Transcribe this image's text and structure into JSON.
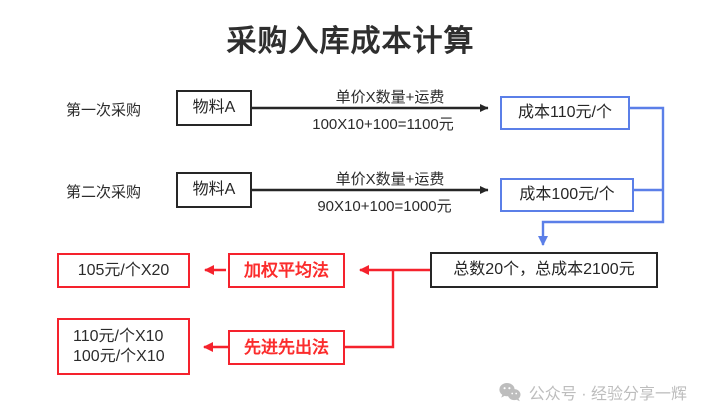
{
  "title": "采购入库成本计算",
  "colors": {
    "black": "#262626",
    "blue": "#5b7fe8",
    "red": "#f5222d",
    "red_text": "#fb2c2c",
    "watermark": "#bdbdbd"
  },
  "rows": [
    {
      "label": "第一次采购",
      "material": "物料A",
      "formula_top": "单价X数量+运费",
      "formula_bottom": "100X10+100=1100元",
      "cost": "成本110元/个"
    },
    {
      "label": "第二次采购",
      "material": "物料A",
      "formula_top": "单价X数量+运费",
      "formula_bottom": "90X10+100=1000元",
      "cost": "成本100元/个"
    }
  ],
  "total": {
    "text": "总数20个，总成本2100元"
  },
  "methods": [
    {
      "name": "加权平均法",
      "result_lines": [
        "105元/个X20"
      ]
    },
    {
      "name": "先进先出法",
      "result_lines": [
        "110元/个X10",
        "100元/个X10"
      ]
    }
  ],
  "watermark": {
    "icon": "wechat-icon",
    "text": "公众号 · 经验分享一辉"
  }
}
